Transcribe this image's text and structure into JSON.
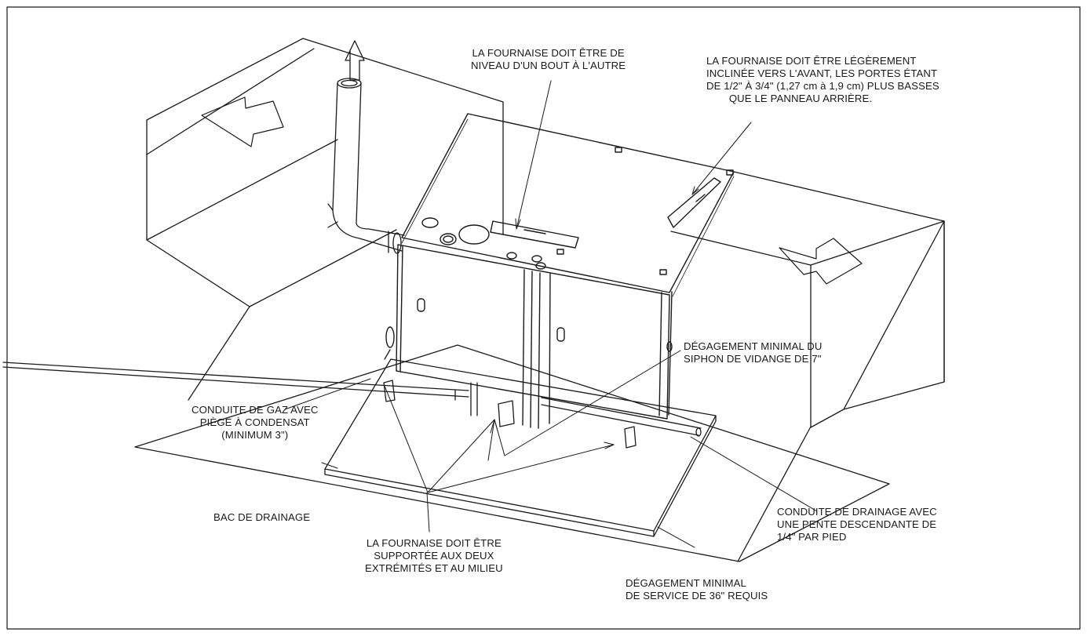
{
  "labels": {
    "level_end_to_end": [
      "LA FOURNAISE DOIT ÊTRE DE",
      "NIVEAU D'UN BOUT À L'AUTRE"
    ],
    "tilt_forward": [
      "LA FOURNAISE DOIT ÊTRE LÉGÈREMENT",
      "INCLINÉE VERS L'AVANT, LES PORTES ÉTANT",
      "DE 1/2\" À 3/4\" (1,27 cm à 1,9 cm) PLUS BASSES",
      "QUE LE PANNEAU ARRIÈRE."
    ],
    "drain_trap_clearance": [
      "DÉGAGEMENT MINIMAL DU",
      "SIPHON DE VIDANGE DE 7\""
    ],
    "gas_line": [
      "CONDUITE DE GAZ AVEC",
      "PIÈGE À CONDENSAT",
      "(MINIMUM 3\")"
    ],
    "drain_pan": [
      "BAC DE DRAINAGE"
    ],
    "supported": [
      "LA FOURNAISE DOIT ÊTRE",
      "SUPPORTÉE AUX DEUX",
      "EXTRÉMITÉS ET AU MILIEU"
    ],
    "drain_line": [
      "CONDUITE DE DRAINAGE AVEC",
      "UNE PENTE DESCENDANTE DE",
      "1/4\" PAR PIED"
    ],
    "service_clearance": [
      "DÉGAGEMENT MINIMAL",
      "DE SERVICE DE 36\" REQUIS"
    ]
  }
}
